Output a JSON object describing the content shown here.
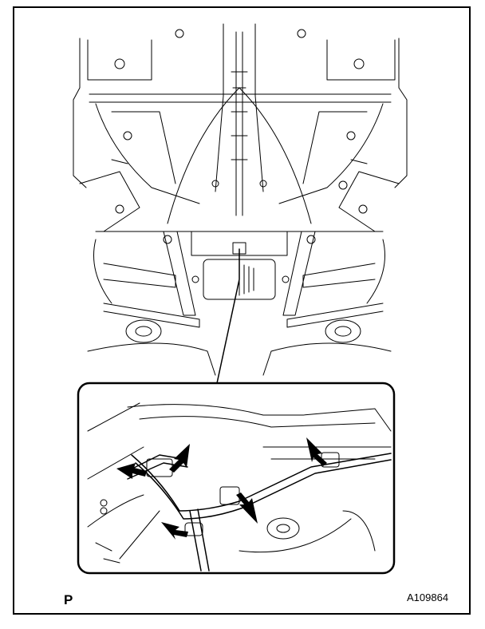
{
  "figure": {
    "view_label": "P",
    "figure_id": "A109864",
    "callout_arrow_count": 5
  },
  "colors": {
    "line": "#000000",
    "background": "#ffffff"
  }
}
